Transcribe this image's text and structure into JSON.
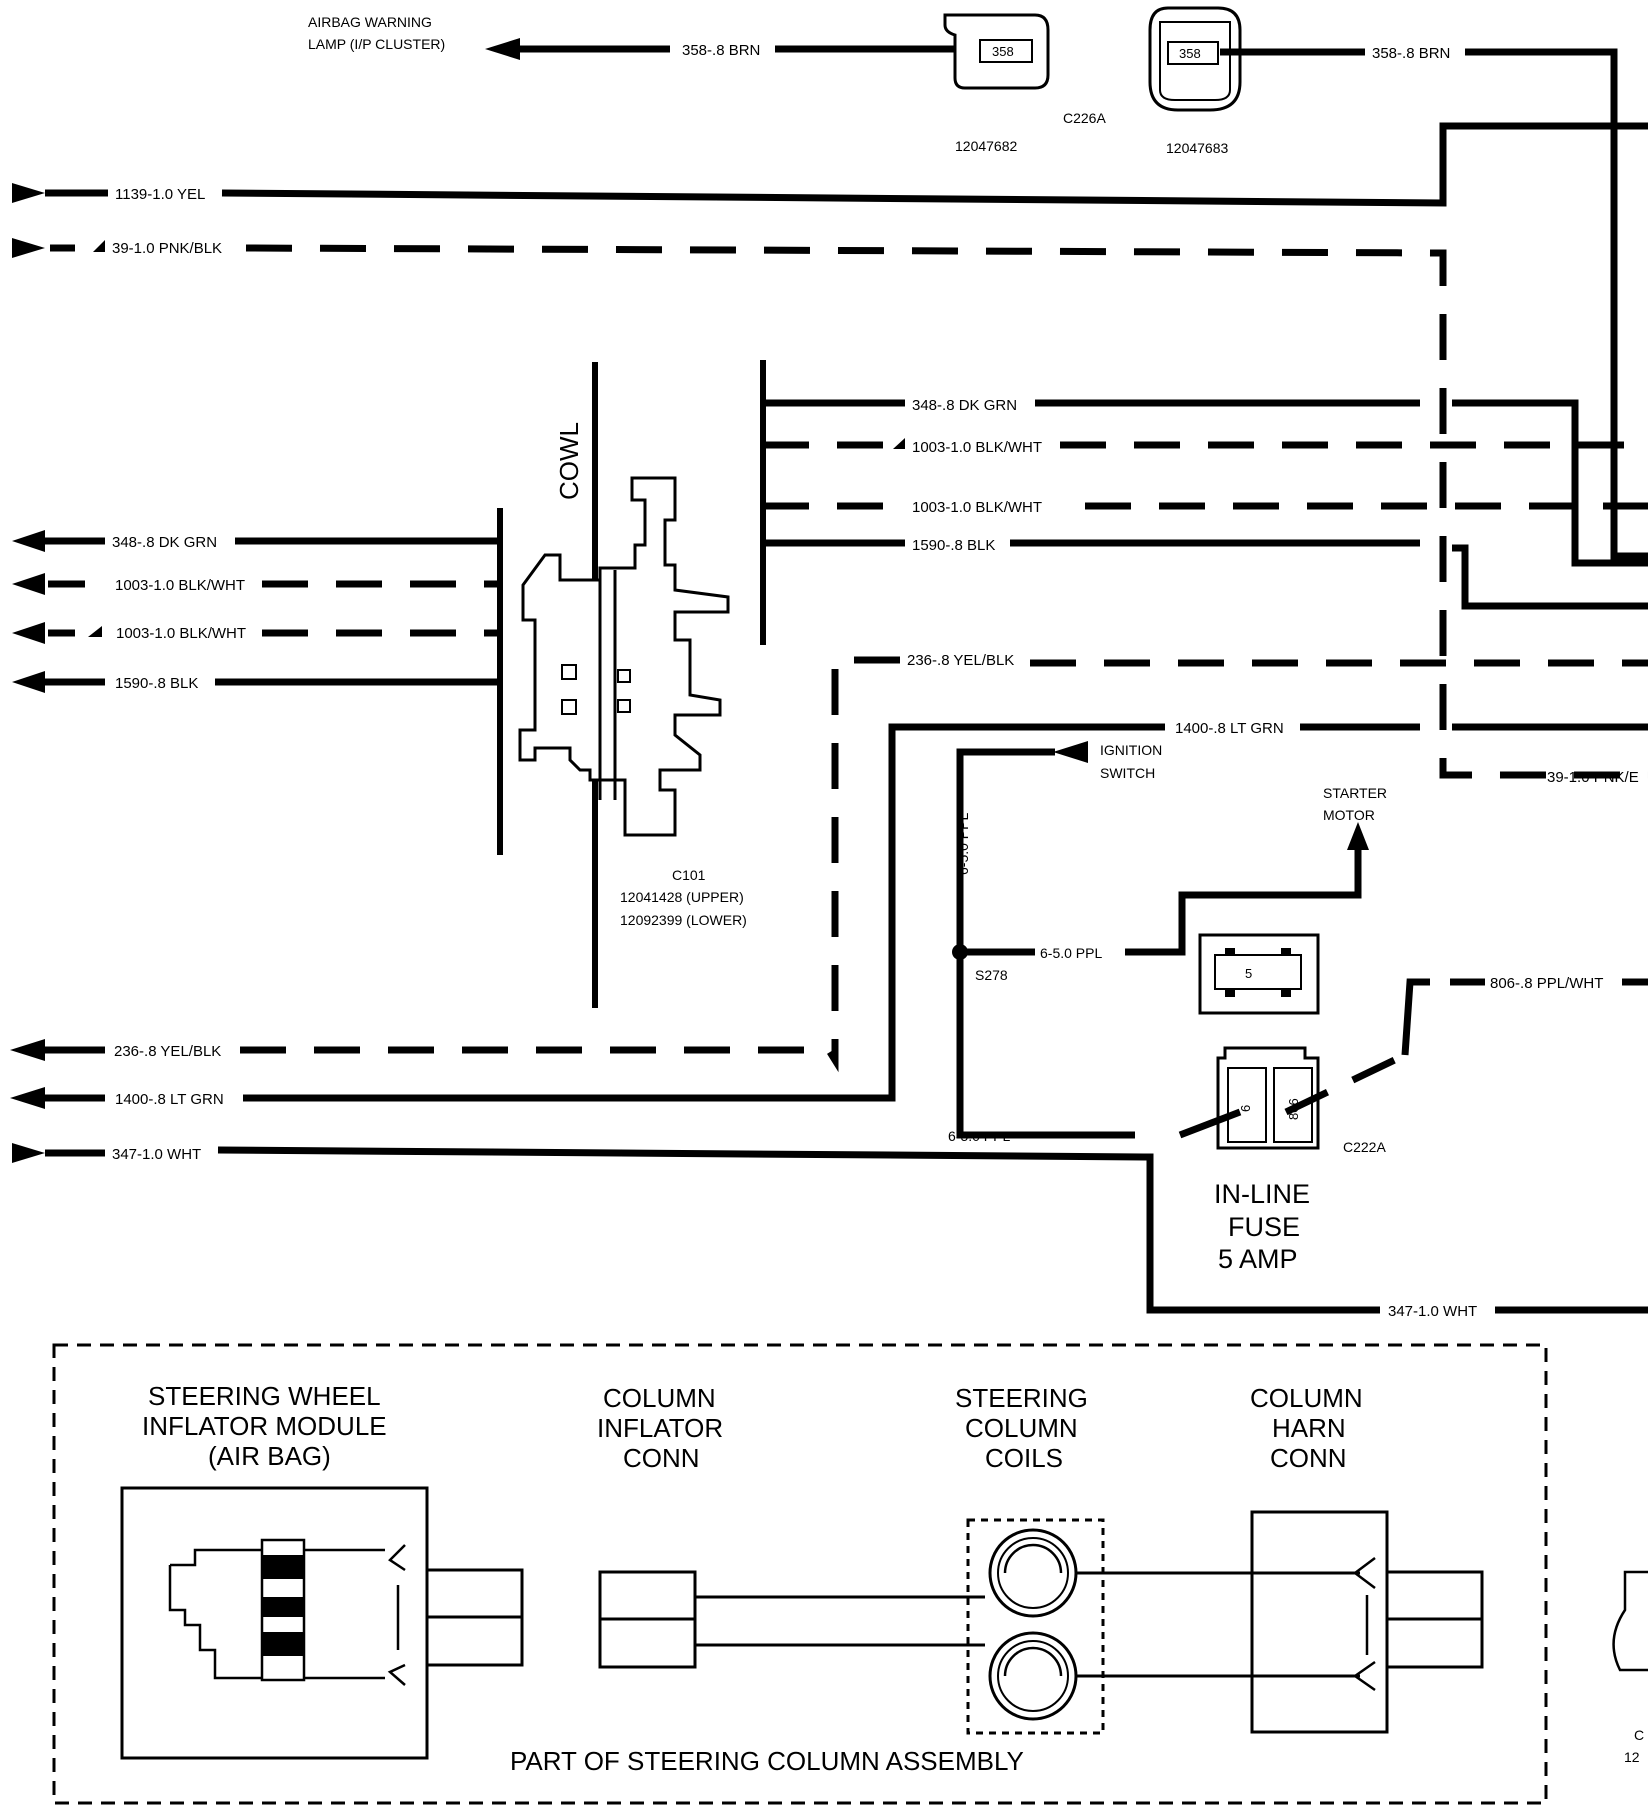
{
  "labels": {
    "airbag_warning_1": "AIRBAG WARNING",
    "airbag_warning_2": "LAMP (I/P CLUSTER)",
    "w358_left": "358-.8 BRN",
    "w358_right": "358-.8 BRN",
    "pin358": "358",
    "c226a": "C226A",
    "part_12047682": "12047682",
    "part_12047683": "12047683",
    "w1139": "1139-1.0 YEL",
    "w39": "39-1.0 PNK/BLK",
    "cowl": "COWL",
    "w348_left": "348-.8 DK GRN",
    "w1003_left_a": "1003-1.0 BLK/WHT",
    "w1003_left_b": "1003-1.0 BLK/WHT",
    "w1590_left": "1590-.8 BLK",
    "w348_right": "348-.8 DK GRN",
    "w1003_right_a": "1003-1.0 BLK/WHT",
    "w1003_right_b": "1003-1.0 BLK/WHT",
    "w1590_right": "1590-.8 BLK",
    "w236_top": "236-.8 YEL/BLK",
    "w236_bottom": "236-.8 YEL/BLK",
    "w1400_top": "1400-.8 LT GRN",
    "w1400_bottom": "1400-.8 LT GRN",
    "ignition_1": "IGNITION",
    "ignition_2": "SWITCH",
    "w39_right": "39-1.0 PNK/E",
    "starter_1": "STARTER",
    "starter_2": "MOTOR",
    "c101": "C101",
    "c101_upper": "12041428 (UPPER)",
    "c101_lower": "12092399 (LOWER)",
    "w6_vert": "6-5.0 PPL",
    "w6_s278": "6-5.0 PPL",
    "w6_bottom": "6-5.0 PPL",
    "s278": "S278",
    "fuse_pin": "5",
    "w806": "806-.8 PPL/WHT",
    "c222a": "C222A",
    "pin6": "6",
    "pin806": "806",
    "inline_1": "IN-LINE",
    "inline_2": "FUSE",
    "inline_3": "5 AMP",
    "w347_left": "347-1.0 WHT",
    "w347_right": "347-1.0 WHT",
    "steering_wheel_1": "STEERING WHEEL",
    "steering_wheel_2": "INFLATOR MODULE",
    "steering_wheel_3": "(AIR BAG)",
    "col_inflator_1": "COLUMN",
    "col_inflator_2": "INFLATOR",
    "col_inflator_3": "CONN",
    "coils_1": "STEERING",
    "coils_2": "COLUMN",
    "coils_3": "COILS",
    "harn_1": "COLUMN",
    "harn_2": "HARN",
    "harn_3": "CONN",
    "assembly": "PART OF STEERING COLUMN ASSEMBLY",
    "edge_c": "C",
    "edge_12": "12"
  }
}
